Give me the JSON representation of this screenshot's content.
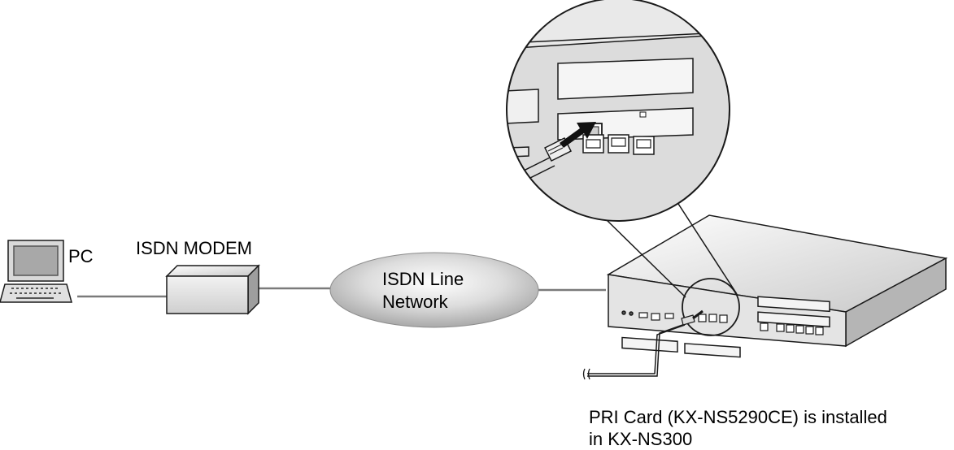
{
  "labels": {
    "pc": "PC",
    "modem": "ISDN MODEM",
    "network_line1": "ISDN Line",
    "network_line2": "Network",
    "caption_line1": "PRI Card (KX-NS5290CE) is installed",
    "caption_line2": "in KX-NS300"
  },
  "colors": {
    "line": "#1a1a1a",
    "device_fill": "#d9d9d9",
    "screen": "#a8a8a8"
  }
}
